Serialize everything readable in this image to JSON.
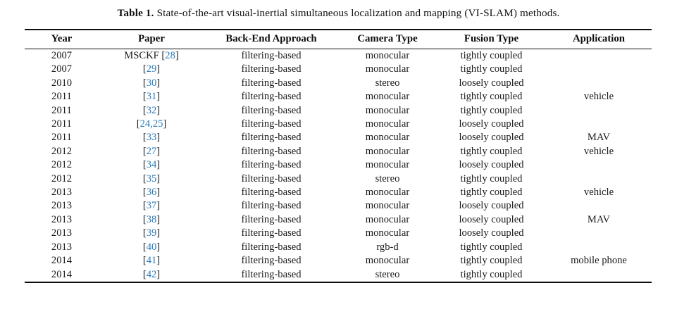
{
  "caption": {
    "label": "Table 1.",
    "text": "State-of-the-art visual-inertial simultaneous localization and mapping (VI-SLAM) methods."
  },
  "colors": {
    "citation_link": "#2b7bba",
    "text": "#1a1a1a",
    "rule": "#0f0f0f",
    "background": "#ffffff"
  },
  "table": {
    "columns": [
      {
        "key": "year",
        "label": "Year"
      },
      {
        "key": "paper",
        "label": "Paper"
      },
      {
        "key": "backend",
        "label": "Back-End Approach"
      },
      {
        "key": "camera",
        "label": "Camera Type"
      },
      {
        "key": "fusion",
        "label": "Fusion Type"
      },
      {
        "key": "application",
        "label": "Application"
      }
    ],
    "rows": [
      {
        "year": "2007",
        "paper_name": "MSCKF ",
        "paper_cite": "28",
        "backend": "filtering-based",
        "camera": "monocular",
        "fusion": "tightly coupled",
        "application": ""
      },
      {
        "year": "2007",
        "paper_name": "",
        "paper_cite": "29",
        "backend": "filtering-based",
        "camera": "monocular",
        "fusion": "tightly coupled",
        "application": ""
      },
      {
        "year": "2010",
        "paper_name": "",
        "paper_cite": "30",
        "backend": "filtering-based",
        "camera": "stereo",
        "fusion": "loosely coupled",
        "application": ""
      },
      {
        "year": "2011",
        "paper_name": "",
        "paper_cite": "31",
        "backend": "filtering-based",
        "camera": "monocular",
        "fusion": "tightly coupled",
        "application": "vehicle"
      },
      {
        "year": "2011",
        "paper_name": "",
        "paper_cite": "32",
        "backend": "filtering-based",
        "camera": "monocular",
        "fusion": "tightly coupled",
        "application": ""
      },
      {
        "year": "2011",
        "paper_name": "",
        "paper_cite": "24,25",
        "backend": "filtering-based",
        "camera": "monocular",
        "fusion": "loosely coupled",
        "application": ""
      },
      {
        "year": "2011",
        "paper_name": "",
        "paper_cite": "33",
        "backend": "filtering-based",
        "camera": "monocular",
        "fusion": "loosely coupled",
        "application": "MAV"
      },
      {
        "year": "2012",
        "paper_name": "",
        "paper_cite": "27",
        "backend": "filtering-based",
        "camera": "monocular",
        "fusion": "tightly coupled",
        "application": "vehicle"
      },
      {
        "year": "2012",
        "paper_name": "",
        "paper_cite": "34",
        "backend": "filtering-based",
        "camera": "monocular",
        "fusion": "loosely coupled",
        "application": ""
      },
      {
        "year": "2012",
        "paper_name": "",
        "paper_cite": "35",
        "backend": "filtering-based",
        "camera": "stereo",
        "fusion": "tightly coupled",
        "application": ""
      },
      {
        "year": "2013",
        "paper_name": "",
        "paper_cite": "36",
        "backend": "filtering-based",
        "camera": "monocular",
        "fusion": "tightly coupled",
        "application": "vehicle"
      },
      {
        "year": "2013",
        "paper_name": "",
        "paper_cite": "37",
        "backend": "filtering-based",
        "camera": "monocular",
        "fusion": "loosely coupled",
        "application": ""
      },
      {
        "year": "2013",
        "paper_name": "",
        "paper_cite": "38",
        "backend": "filtering-based",
        "camera": "monocular",
        "fusion": "loosely coupled",
        "application": "MAV"
      },
      {
        "year": "2013",
        "paper_name": "",
        "paper_cite": "39",
        "backend": "filtering-based",
        "camera": "monocular",
        "fusion": "loosely coupled",
        "application": ""
      },
      {
        "year": "2013",
        "paper_name": "",
        "paper_cite": "40",
        "backend": "filtering-based",
        "camera": "rgb-d",
        "fusion": "tightly coupled",
        "application": ""
      },
      {
        "year": "2014",
        "paper_name": "",
        "paper_cite": "41",
        "backend": "filtering-based",
        "camera": "monocular",
        "fusion": "tightly coupled",
        "application": "mobile phone"
      },
      {
        "year": "2014",
        "paper_name": "",
        "paper_cite": "42",
        "backend": "filtering-based",
        "camera": "stereo",
        "fusion": "tightly coupled",
        "application": ""
      }
    ]
  }
}
